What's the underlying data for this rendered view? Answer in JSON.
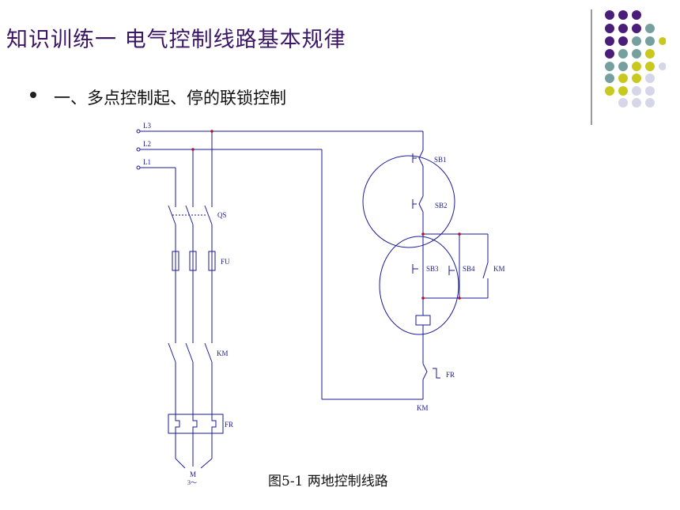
{
  "title": "知识训练一 电气控制线路基本规律",
  "subtitle": "一、多点控制起、停的联锁控制",
  "caption": "图5-1 两地控制线路",
  "colors": {
    "title": "#3b1667",
    "wire": "#1a1a99",
    "node": "#b0102a",
    "purple": "#4b1d7a",
    "teal": "#76a0a0",
    "olive": "#c8c81e",
    "lavender": "#d6d6e8"
  },
  "labels": {
    "l3": "L3",
    "l2": "L2",
    "l1": "L1",
    "qs": "QS",
    "fu": "FU",
    "km_main": "KM",
    "fr_main": "FR",
    "motor_m": "M",
    "motor_phase": "3～",
    "sb1": "SB1",
    "sb2": "SB2",
    "sb3": "SB3",
    "sb4": "SB4",
    "km_aux": "KM",
    "fr_ctrl": "FR",
    "km_coil": "KM"
  }
}
